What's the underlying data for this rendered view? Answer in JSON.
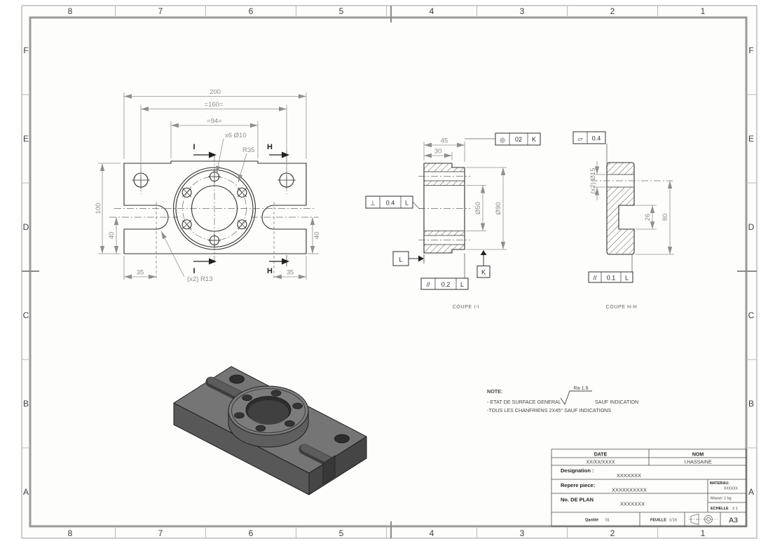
{
  "sheet": {
    "zones_h": [
      "8",
      "7",
      "6",
      "5",
      "4",
      "3",
      "2",
      "1"
    ],
    "zones_v": [
      "F",
      "E",
      "D",
      "C",
      "B",
      "A"
    ]
  },
  "front_view": {
    "dim_200": "200",
    "dim_160": "=160=",
    "dim_94": "=94=",
    "holes_callout": "x6 Ø10",
    "radius_callout": "R35",
    "dim_100": "100",
    "dim_40_left": "40",
    "dim_40_right": "40",
    "dim_35_left": "35",
    "dim_35_right": "35",
    "slot_callout": "(x2) R13",
    "cut_i": "I",
    "cut_h": "H"
  },
  "section_ii": {
    "label": "COUPE I-I",
    "dim_45": "45",
    "dim_30": "30",
    "dim_d50": "Ø50",
    "dim_d90": "Ø90",
    "fcf_concentricity_symbol": "◎",
    "fcf_concentricity_value": "02",
    "fcf_concentricity_datum": "K",
    "fcf_perp_symbol": "⊥",
    "fcf_perp_value": "0.4",
    "fcf_perp_datum": "L",
    "fcf_par_symbol": "//",
    "fcf_par_value": "0.2",
    "fcf_par_datum": "L",
    "datum_l": "L",
    "datum_k": "K"
  },
  "section_hh": {
    "label": "COUPE H-H",
    "dim_d15": "(x2) Ø15",
    "dim_26": "26",
    "dim_80": "80",
    "fcf_flat_symbol": "▱",
    "fcf_flat_value": "0.4",
    "fcf_par_symbol": "//",
    "fcf_par_value": "0.1",
    "fcf_par_datum": "L"
  },
  "note": {
    "title": "NOTE:",
    "line1_prefix": "- ETAT DE SURFACE GENERAL",
    "roughness": "Ra 1.6",
    "line1_suffix": "SAUF INDICATION",
    "line2": "-TOUS LES CHANFRIENS 2X45° SAUF INDICATIONS"
  },
  "title_block": {
    "date_label": "DATE",
    "nom_label": "NOM",
    "date_value": "XX/XX/XXXX",
    "nom_value": "I.HASSAINE",
    "designation_label": "Designation :",
    "designation_value": "XXXXXXX",
    "repere_label": "Repere piece:",
    "repere_value": "XXXXXXXXXX",
    "materiau_label": "MATERIAU:",
    "materiau_value": "XXXXXX",
    "plan_label": "No. DE PLAN",
    "plan_value": "XXXXXXX",
    "masse": "Masse: 1 kg",
    "echelle_label": "ECHELLE",
    "echelle_value": "1:1",
    "qantite_label": "Qantité",
    "qantite_value": "01",
    "feuille_label": "FEUILLE",
    "feuille_value": "1/1X",
    "format": "A3"
  }
}
